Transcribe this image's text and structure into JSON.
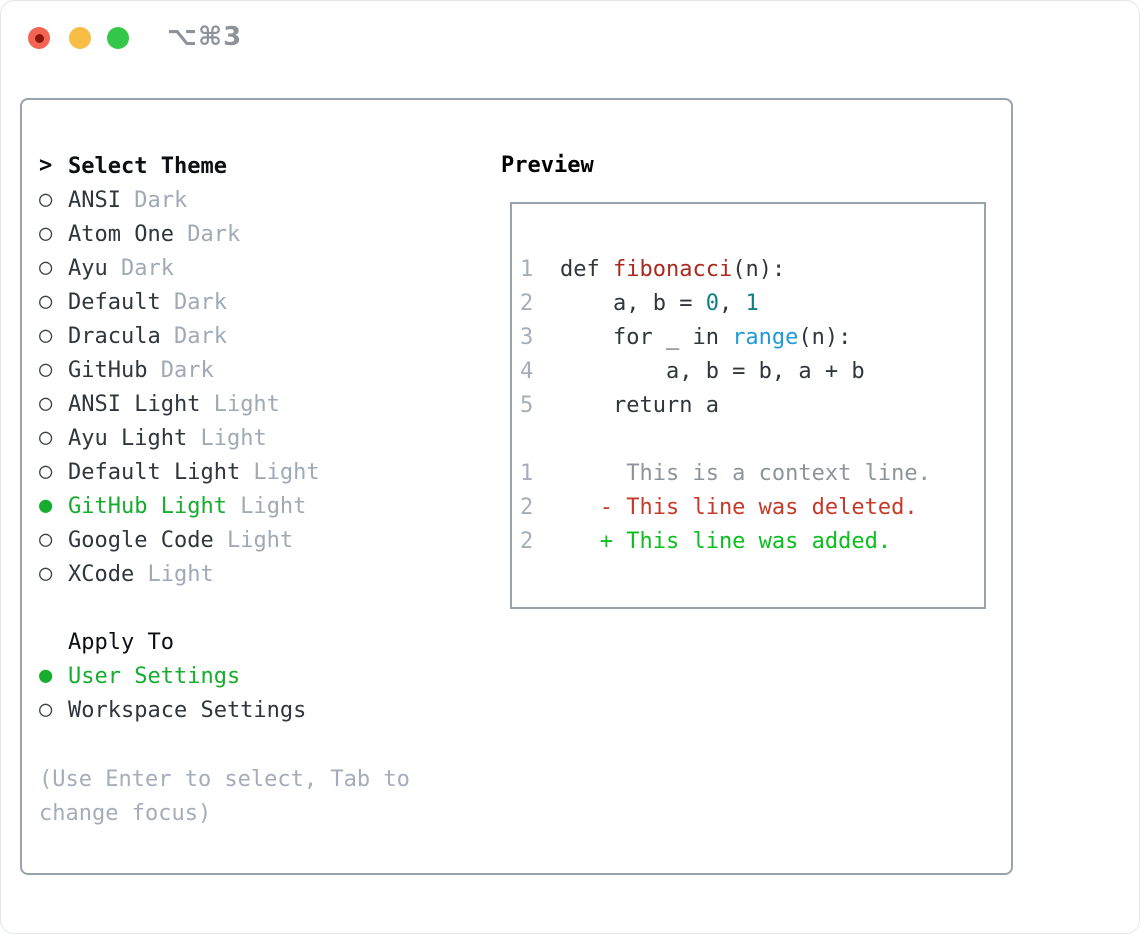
{
  "window": {
    "title": "⌥⌘3",
    "traffic_lights": {
      "close_color": "#f46452",
      "close_dot_color": "#8a170d",
      "minimize_color": "#f7bd45",
      "maximize_color": "#35c749"
    }
  },
  "theme_panel": {
    "header": {
      "marker": ">",
      "label": "Select Theme"
    },
    "unselected_marker": "○",
    "selected_marker": "●",
    "themes": [
      {
        "name": "ANSI",
        "variant": "Dark",
        "selected": false
      },
      {
        "name": "Atom One",
        "variant": "Dark",
        "selected": false
      },
      {
        "name": "Ayu",
        "variant": "Dark",
        "selected": false
      },
      {
        "name": "Default",
        "variant": "Dark",
        "selected": false
      },
      {
        "name": "Dracula",
        "variant": "Dark",
        "selected": false
      },
      {
        "name": "GitHub",
        "variant": "Dark",
        "selected": false
      },
      {
        "name": "ANSI Light",
        "variant": "Light",
        "selected": false
      },
      {
        "name": "Ayu Light",
        "variant": "Light",
        "selected": false
      },
      {
        "name": "Default Light",
        "variant": "Light",
        "selected": false
      },
      {
        "name": "GitHub Light",
        "variant": "Light",
        "selected": true
      },
      {
        "name": "Google Code",
        "variant": "Light",
        "selected": false
      },
      {
        "name": "XCode",
        "variant": "Light",
        "selected": false
      }
    ],
    "apply_to": {
      "label": "Apply To",
      "options": [
        {
          "name": "User Settings",
          "selected": true
        },
        {
          "name": "Workspace Settings",
          "selected": false
        }
      ]
    },
    "help_lines": [
      "(Use Enter to select, Tab to",
      "change focus)"
    ]
  },
  "preview": {
    "label": "Preview",
    "lines": [
      {
        "num": "1",
        "tokens": [
          {
            "t": "def ",
            "c": "code"
          },
          {
            "t": "fibonacci",
            "c": "func"
          },
          {
            "t": "(n):",
            "c": "code"
          }
        ]
      },
      {
        "num": "2",
        "tokens": [
          {
            "t": "    a, b = ",
            "c": "code"
          },
          {
            "t": "0",
            "c": "number"
          },
          {
            "t": ", ",
            "c": "code"
          },
          {
            "t": "1",
            "c": "number"
          }
        ]
      },
      {
        "num": "3",
        "tokens": [
          {
            "t": "    for _ in ",
            "c": "code"
          },
          {
            "t": "range",
            "c": "builtin"
          },
          {
            "t": "(n):",
            "c": "code"
          }
        ]
      },
      {
        "num": "4",
        "tokens": [
          {
            "t": "        a, b = b, a + b",
            "c": "code"
          }
        ]
      },
      {
        "num": "5",
        "tokens": [
          {
            "t": "    return a",
            "c": "code"
          }
        ]
      },
      {
        "num": "",
        "tokens": []
      },
      {
        "num": "1",
        "tokens": [
          {
            "t": "     This is a context line.",
            "c": "context"
          }
        ]
      },
      {
        "num": "2",
        "tokens": [
          {
            "t": "   - This line was deleted.",
            "c": "deleted"
          }
        ]
      },
      {
        "num": "2",
        "tokens": [
          {
            "t": "   + This line was added.",
            "c": "added"
          }
        ]
      }
    ]
  },
  "colors": {
    "dark_text": "#30363d",
    "header_text": "#0c0f13",
    "muted": "#9faab6",
    "help": "#a4adb9",
    "ring": "#3a4047",
    "selection_green": "#16ad2e",
    "line_number": "#a4aebb",
    "code": "#30363d",
    "func": "#a92a1e",
    "number": "#0f7f87",
    "builtin": "#1f9ad6",
    "context": "#8d949b",
    "deleted": "#c63a29",
    "added": "#0bbf1e",
    "panel_border": "#99a3ad",
    "title_gray": "#8e939b"
  }
}
